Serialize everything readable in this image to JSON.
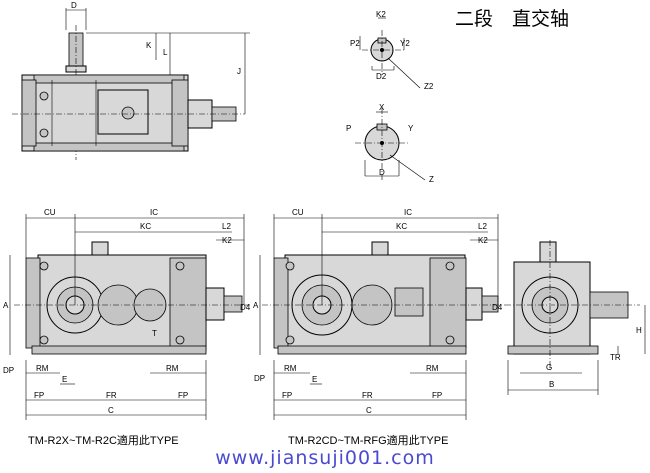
{
  "title": "二段　直交轴",
  "captions": {
    "left": "TM-R2X~TM-R2C適用此TYPE",
    "middle": "TM-R2CD~TM-RFG適用此TYPE"
  },
  "footer": "www.jiansuji001.com",
  "labels": {
    "D": "D",
    "K": "K",
    "L": "L",
    "J": "J",
    "K2": "K2",
    "P2": "P2",
    "Y2": "Y2",
    "D2": "D2",
    "Z2": "Z2",
    "X": "X",
    "P": "P",
    "Y": "Y",
    "Z": "Z",
    "CU": "CU",
    "IC": "IC",
    "KC": "KC",
    "L2": "L2",
    "A": "A",
    "D4": "D4",
    "DP": "DP",
    "RM": "RM",
    "E": "E",
    "T": "T",
    "FP": "FP",
    "FR": "FR",
    "C": "C",
    "G": "G",
    "B": "B",
    "H": "H",
    "TR": "TR"
  }
}
